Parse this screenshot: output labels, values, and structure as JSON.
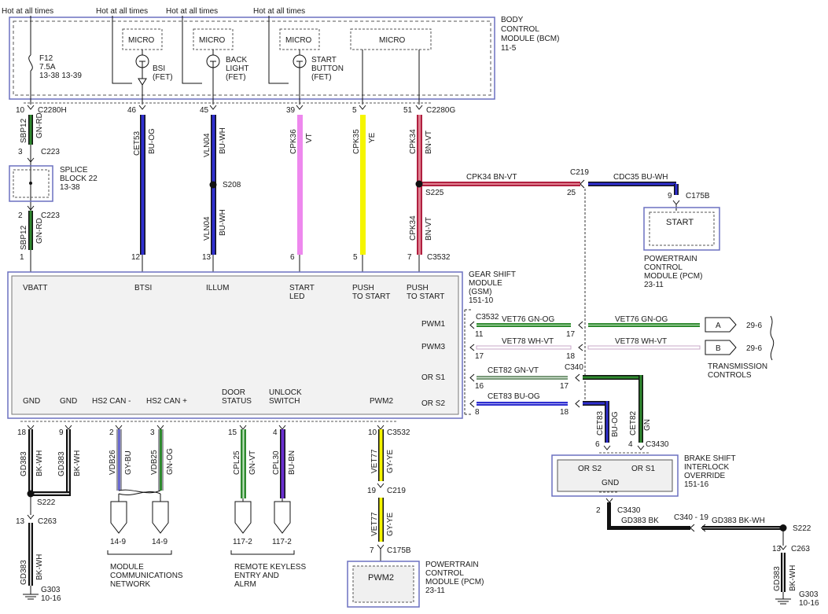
{
  "colors": {
    "wire_black": "#111111",
    "blue": "#2f2fd0",
    "green": "#2f8a2f",
    "pink": "#ee88ee",
    "yellow": "#f5f500",
    "red": "#b02040",
    "grey": "#9a9aa0",
    "purple": "#6a2fd0",
    "box_blue": "#6b70c0"
  },
  "power": [
    "Hot at all times",
    "Hot at all times",
    "Hot at all times",
    "Hot at all times"
  ],
  "bcm": {
    "name": [
      "BODY",
      "CONTROL",
      "MODULE (BCM)",
      "11-5"
    ],
    "micro": "MICRO",
    "fuse": [
      "F12",
      "7.5A",
      "13-38   13-39"
    ],
    "fets": [
      [
        "BSI",
        "(FET)"
      ],
      [
        "BACK",
        "LIGHT",
        "(FET)"
      ],
      [
        "START",
        "BUTTON",
        "(FET)"
      ]
    ]
  },
  "conn": {
    "c2280h": "C2280H",
    "c2280g": "C2280G",
    "c223": "C223",
    "c3532": "C3532",
    "c219": "C219",
    "c175b": "C175B",
    "c340": "C340",
    "c3430": "C3430",
    "c263": "C263",
    "c340_19": "C340 - 19"
  },
  "splice": {
    "s208": "S208",
    "s225": "S225",
    "s222": "S222"
  },
  "splice_block": [
    "SPLICE",
    "BLOCK 22",
    "13-38"
  ],
  "circuits": {
    "sbp12": "SBP12",
    "gnrd": "GN-RD",
    "cet53": "CET53",
    "buog": "BU-OG",
    "vln04": "VLN04",
    "buwh": "BU-WH",
    "cpk36": "CPK36",
    "vt": "VT",
    "cpk35": "CPK35",
    "ye": "YE",
    "cpk34": "CPK34",
    "bnvt": "BN-VT",
    "cpk34_bnvt": "CPK34   BN-VT",
    "cdc35_buwh": "CDC35   BU-WH",
    "vet76_gnog": "VET76     GN-OG",
    "vet78_whvt": "VET78     WH-VT",
    "cet82_gnvt": "CET82     GN-VT",
    "cet83_buog": "CET83     BU-OG",
    "cet83": "CET83",
    "cet82": "CET82",
    "gn": "GN",
    "gd383": "GD383",
    "bkwh": "BK-WH",
    "vdb26": "VDB26",
    "gybu": "GY-BU",
    "vdb25": "VDB25",
    "gnog": "GN-OG",
    "cpl25": "CPL25",
    "gnvt": "GN-VT",
    "cpl30": "CPL30",
    "bubn": "BU-BN",
    "vet77": "VET77",
    "gyye": "GY-YE",
    "gd383_bk": "GD383   BK",
    "gd383_bkwh": "GD383   BK-WH"
  },
  "pins": {
    "p10": "10",
    "p46": "46",
    "p45": "45",
    "p39": "39",
    "p5": "5",
    "p51": "51",
    "p3": "3",
    "p2": "2",
    "p1": "1",
    "p12": "12",
    "p13": "13",
    "p6": "6",
    "p7": "7",
    "p25": "25",
    "p9": "9",
    "p11": "11",
    "p17": "17",
    "p18": "18",
    "p16": "16",
    "p8": "8",
    "p4": "4",
    "p15": "15",
    "p19": "19"
  },
  "gsm": {
    "name": [
      "GEAR SHIFT",
      "MODULE",
      "(GSM)",
      "151-10"
    ],
    "vbatt": "VBATT",
    "btsi": "BTSI",
    "illum": "ILLUM",
    "start_led": [
      "START",
      "LED"
    ],
    "push_to_start": [
      "PUSH",
      "TO START"
    ],
    "pwm1": "PWM1",
    "pwm3": "PWM3",
    "ors1": "OR S1",
    "ors2": "OR S2",
    "gnd": "GND",
    "hs2_can_minus": "HS2 CAN -",
    "hs2_can_plus": "HS2 CAN +",
    "door_status": [
      "DOOR",
      "STATUS"
    ],
    "unlock_switch": [
      "UNLOCK",
      "SWITCH"
    ],
    "pwm2": "PWM2"
  },
  "pcm_top": {
    "label": "START",
    "name": [
      "POWERTRAIN",
      "CONTROL",
      "MODULE (PCM)",
      "23-11"
    ]
  },
  "pcm_bottom": {
    "label": "PWM2",
    "name": [
      "POWERTRAIN",
      "CONTROL",
      "MODULE (PCM)",
      "23-11"
    ]
  },
  "trans": {
    "a": "A",
    "b": "B",
    "ref": "29-6",
    "name": [
      "TRANSMISSION",
      "CONTROLS"
    ]
  },
  "bsio": {
    "ors2": "OR S2",
    "ors1": "OR S1",
    "gnd": "GND",
    "name": [
      "BRAKE SHIFT",
      "INTERLOCK",
      "OVERRIDE",
      "151-16"
    ]
  },
  "refs": {
    "r14_9": "14-9",
    "r117_2": "117-2",
    "g303": "G303",
    "r10_16": "10-16"
  },
  "bottom_labels": {
    "mcn": [
      "MODULE",
      "COMMUNICATIONS",
      "NETWORK"
    ],
    "rke": [
      "REMOTE KEYLESS",
      "ENTRY AND",
      "ALRM"
    ]
  }
}
